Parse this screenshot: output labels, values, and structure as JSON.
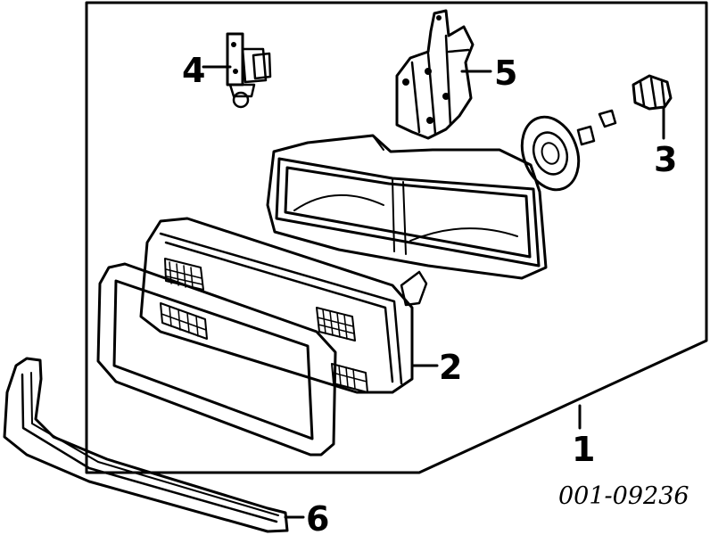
{
  "diagram": {
    "callouts": [
      {
        "id": "c1",
        "label": "1"
      },
      {
        "id": "c2",
        "label": "2"
      },
      {
        "id": "c3",
        "label": "3"
      },
      {
        "id": "c4",
        "label": "4"
      },
      {
        "id": "c5",
        "label": "5"
      },
      {
        "id": "c6",
        "label": "6"
      }
    ],
    "reference_code": "001-09236"
  }
}
